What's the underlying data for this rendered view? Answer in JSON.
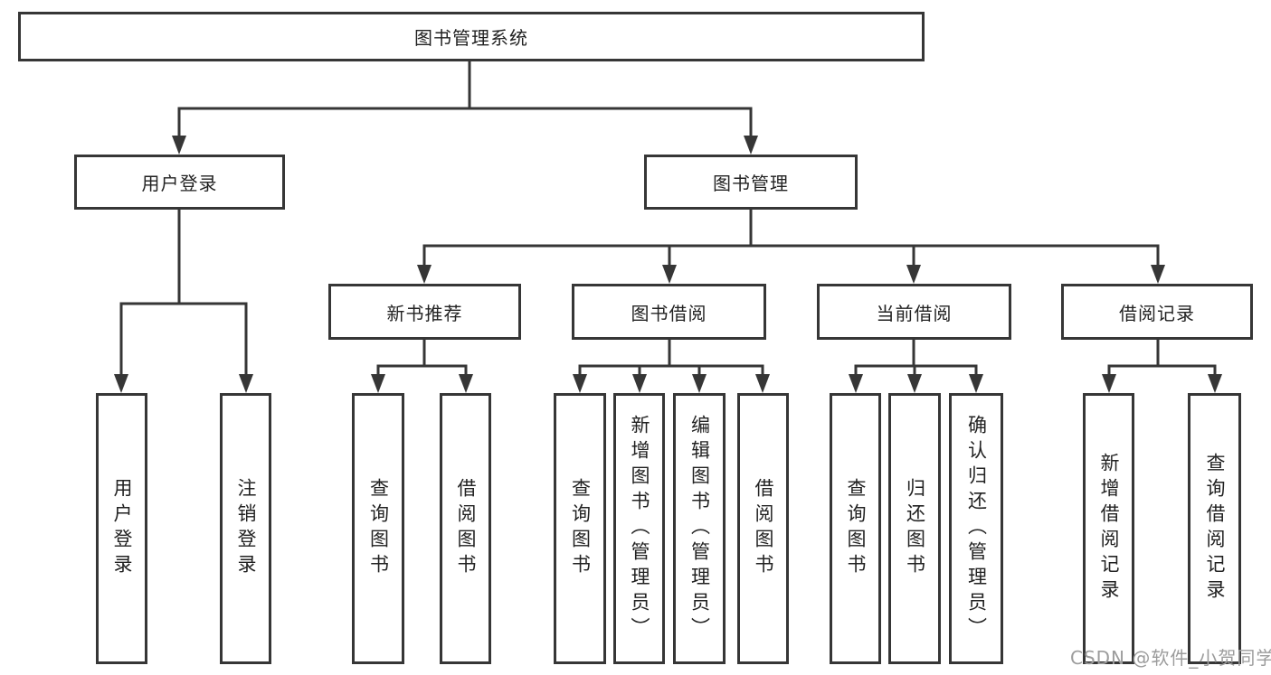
{
  "tree": {
    "label": "图书管理系统",
    "children": [
      {
        "label": "用户登录",
        "children": [
          {
            "label": "用户登录"
          },
          {
            "label": "注销登录"
          }
        ]
      },
      {
        "label": "图书管理",
        "children": [
          {
            "label": "新书推荐",
            "children": [
              {
                "label": "查询图书"
              },
              {
                "label": "借阅图书"
              }
            ]
          },
          {
            "label": "图书借阅",
            "children": [
              {
                "label": "查询图书"
              },
              {
                "label": "新增图书（管理员）"
              },
              {
                "label": "编辑图书（管理员）"
              },
              {
                "label": "借阅图书"
              }
            ]
          },
          {
            "label": "当前借阅",
            "children": [
              {
                "label": "查询图书"
              },
              {
                "label": "归还图书"
              },
              {
                "label": "确认归还（管理员）"
              }
            ]
          },
          {
            "label": "借阅记录",
            "children": [
              {
                "label": "新增借阅记录"
              },
              {
                "label": "查询借阅记录"
              }
            ]
          }
        ]
      }
    ]
  },
  "watermark": {
    "text": "CSDN @软件_小贺同学"
  },
  "colors": {
    "line": "#363636",
    "text": "#222222",
    "watermark": "#9c9c9c",
    "background": "#ffffff"
  }
}
